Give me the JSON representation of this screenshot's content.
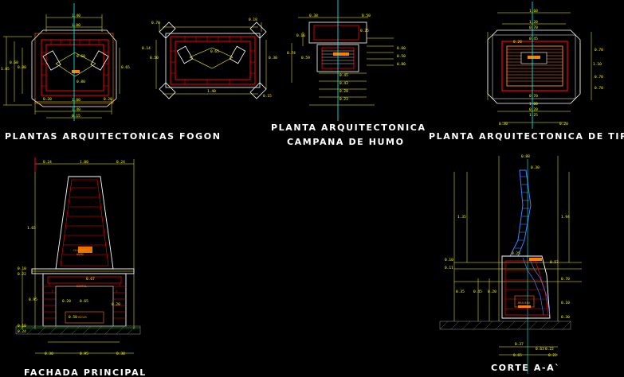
{
  "titles": {
    "fogon": "PLANTAS ARQUITECTONICAS FOGON",
    "campana_line1": "PLANTA ARQUITECTONICA",
    "campana_line2": "CAMPANA DE HUMO",
    "tiro": "PLANTA ARQUITECTONICA DE TIRO",
    "fachada": "FACHADA PRINCIPAL",
    "corte": "CORTE A-A`"
  },
  "dimensions": {
    "fogon_a": [
      "1.40",
      "1.00",
      "0.80",
      "0.60",
      "0.60",
      "0.80",
      "1.00",
      "1.40",
      "1.05",
      "0.65",
      "0.20",
      "0.20",
      "0.15"
    ],
    "fogon_b": [
      "0.70",
      "0.18",
      "0.14",
      "0.50",
      "1.40",
      "0.30",
      "0.15",
      "0.65"
    ],
    "campana": [
      "0.38",
      "0.50",
      "0.16",
      "0.25",
      "0.74",
      "0.59",
      "0.45",
      "0.43",
      "0.28",
      "0.23",
      "0.60",
      "0.50",
      "0.80"
    ],
    "tiro": [
      "1.60",
      "1.20",
      "0.70",
      "0.45",
      "0.20",
      "0.70",
      "1.10",
      "0.70",
      "0.70",
      "0.70",
      "1.00",
      "0.20",
      "1.25",
      "0.30",
      "0.20"
    ],
    "fachada": [
      "0.24",
      "1.00",
      "0.24",
      "1.65",
      "0.10",
      "0.22",
      "0.95",
      "0.67",
      "0.20",
      "0.65",
      "0.20",
      "0.50",
      "0.10",
      "0.24",
      "0.30",
      "0.95",
      "0.30"
    ],
    "corte": [
      "0.88",
      "0.30",
      "1.35",
      "1.94",
      "0.10",
      "0.11",
      "0.25",
      "0.57",
      "0.70",
      "0.35",
      "0.45",
      "0.20",
      "0.10",
      "0.30",
      "0.37",
      "0.63",
      "0.22",
      "0.65",
      "0.22"
    ]
  },
  "notes": {
    "brasero": "BRASERO",
    "chimenea": "CHIMENEA",
    "humo": "HUMO",
    "tiro": "TIRO",
    "hogar": "HOGAR",
    "dintel": "DINTEL"
  },
  "colors": {
    "background": "#000000",
    "wall": "#ff0000",
    "axis": "#00ffff",
    "dimension": "#ffff00",
    "outline": "#ffffff",
    "fill_orange": "#ff8000",
    "ground": "#808080",
    "smoke_pipe": "#4080ff",
    "hatch": "#a0a0a0"
  }
}
